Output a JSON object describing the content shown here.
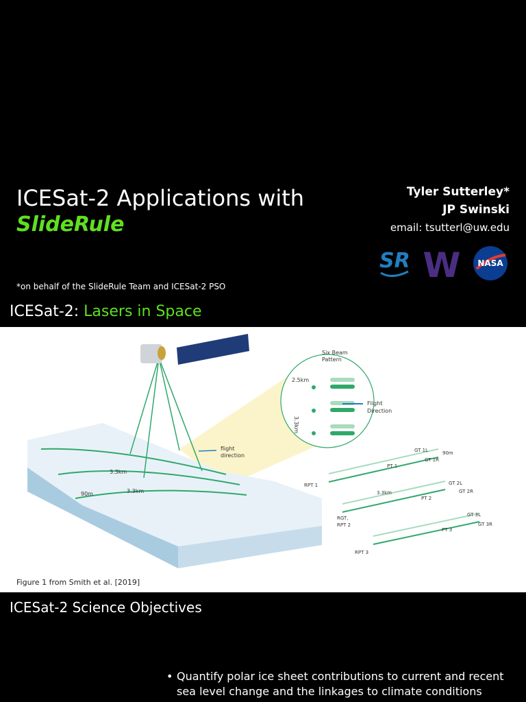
{
  "slide1": {
    "title_line1": "ICESat-2 Applications with",
    "title_line2": "SlideRule",
    "author1": "Tyler Sutterley*",
    "author2": "JP Swinski",
    "email": "email: tsutterl@uw.edu",
    "footnote": "*on behalf of the SlideRule Team and ICESat-2 PSO",
    "logos": {
      "sliderule": {
        "icon": "sliderule-logo",
        "text": "SR"
      },
      "uw": {
        "icon": "uw-logo",
        "text": "W",
        "color": "#4b2e83"
      },
      "nasa": {
        "icon": "nasa-logo",
        "text": "NASA",
        "color": "#0b3d91"
      }
    }
  },
  "slide2": {
    "title_prefix": "ICESat-2: ",
    "title_accent": "Lasers in Space",
    "figure": {
      "six_beam": "Six Beam",
      "pattern": "Pattern",
      "dist_25": "2.5km",
      "dist_33v": "3.3km",
      "flight": "Flight",
      "direction": "Direction",
      "flight_lower": "flight",
      "direction_lower": "direction",
      "dist_33a": "3.3km",
      "dist_33b": "3.3km",
      "dist_90m": "90m",
      "gt1l": "GT 1L",
      "gt1r": "GT 1R",
      "pt1": "PT 1",
      "rpt1": "RPT 1",
      "m90": "90m",
      "gt2l": "GT 2L",
      "gt2r": "GT 2R",
      "pt2": "PT 2",
      "rgt": "RGT,",
      "rpt2": "RPT 2",
      "d33": "3.3km",
      "gt3l": "GT 3L",
      "gt3r": "GT 3R",
      "pt3": "PT 3",
      "rpt3": "RPT 3"
    },
    "caption": "Figure 1 from Smith et al. [2019]",
    "colors": {
      "accent": "#5fe020",
      "beam": "#2fa86a",
      "ice": "#a9cbe0"
    }
  },
  "slide3": {
    "title": "ICESat-2 Science Objectives",
    "bullet_mark": "•",
    "bullet1": "Quantify polar ice sheet contributions to current and recent sea level change and the linkages to climate conditions"
  }
}
